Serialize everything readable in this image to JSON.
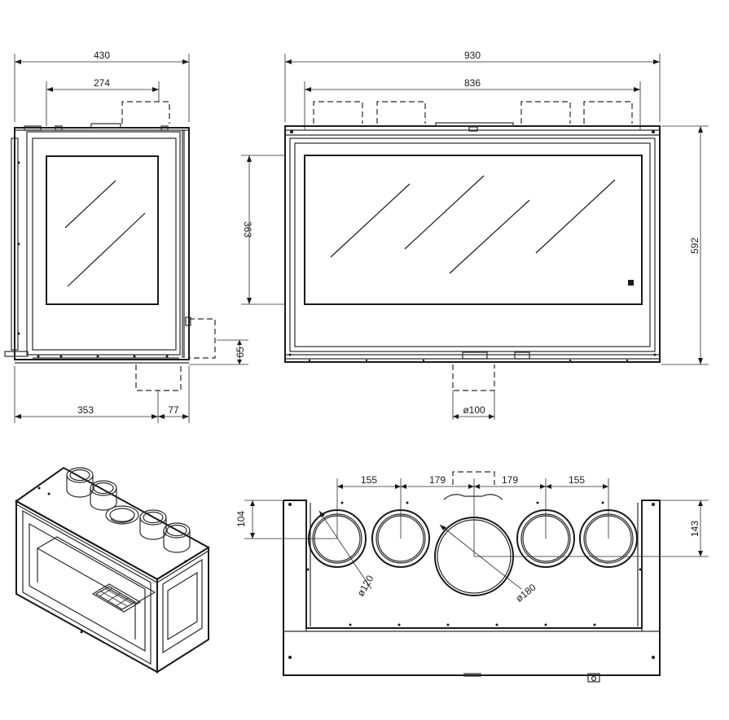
{
  "side_view": {
    "dim_depth": "430",
    "dim_outlet_offset": "274",
    "dim_base_depth": "353",
    "dim_inlet_width": "77",
    "dim_inlet_height": "65"
  },
  "front_view": {
    "dim_width": "930",
    "dim_outlets_span": "836",
    "dim_glass_height": "363",
    "dim_height": "592",
    "dim_inlet_diameter": "ø100"
  },
  "top_view": {
    "dim_spacing_outer_left": "155",
    "dim_spacing_inner_left": "179",
    "dim_spacing_inner_right": "179",
    "dim_spacing_outer_right": "155",
    "dim_offset_left": "104",
    "dim_offset_right": "143",
    "dim_small_diameter": "ø120",
    "dim_large_diameter": "ø180"
  }
}
